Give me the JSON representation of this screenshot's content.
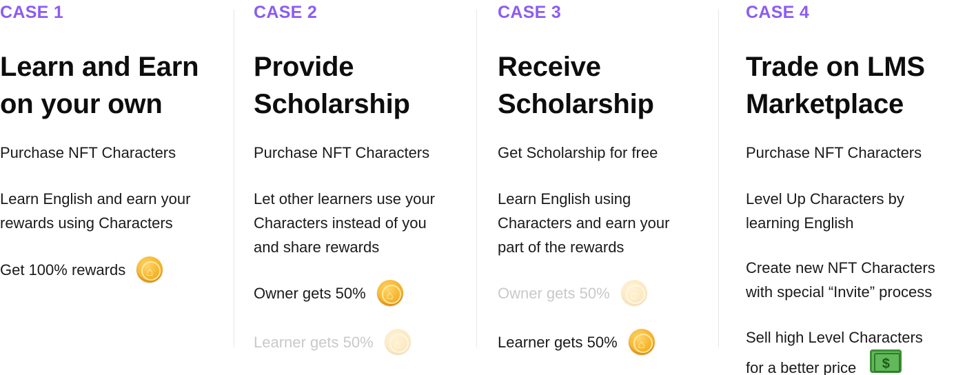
{
  "cases": [
    {
      "label": "CASE 1",
      "title": [
        "Learn and Earn",
        "on your own"
      ],
      "items": [
        {
          "lines": [
            "Purchase NFT Characters"
          ]
        },
        {
          "lines": [
            "Learn English and earn your",
            "rewards using Characters"
          ]
        },
        {
          "lines": [
            "Get 100% rewards"
          ],
          "icon": "coin-icon"
        }
      ]
    },
    {
      "label": "CASE 2",
      "title": [
        "Provide",
        "Scholarship"
      ],
      "items": [
        {
          "lines": [
            "Purchase NFT Characters"
          ]
        },
        {
          "lines": [
            "Let other learners use your",
            "Characters instead of you",
            "and share rewards"
          ]
        },
        {
          "lines": [
            "Owner gets 50%"
          ],
          "icon": "coin-icon"
        },
        {
          "lines": [
            "Learner gets 50%"
          ],
          "icon": "coin-icon",
          "faded": true
        }
      ]
    },
    {
      "label": "CASE 3",
      "title": [
        "Receive",
        "Scholarship"
      ],
      "items": [
        {
          "lines": [
            "Get Scholarship for free"
          ]
        },
        {
          "lines": [
            "Learn English using",
            "Characters and earn your",
            "part of the rewards"
          ]
        },
        {
          "lines": [
            "Owner gets 50%"
          ],
          "icon": "coin-icon",
          "faded": true
        },
        {
          "lines": [
            "Learner gets 50%"
          ],
          "icon": "coin-icon"
        }
      ]
    },
    {
      "label": "CASE 4",
      "title": [
        "Trade on LMS",
        "Marketplace"
      ],
      "items": [
        {
          "lines": [
            "Purchase NFT Characters"
          ]
        },
        {
          "lines": [
            "Level Up Characters by",
            "learning English"
          ]
        },
        {
          "lines": [
            "Create new NFT Characters",
            "with special “Invite” process"
          ]
        },
        {
          "lines": [
            "Sell high Level Characters",
            "for a better price"
          ],
          "icon": "money-bill-icon"
        }
      ]
    }
  ],
  "colors": {
    "accent": "#8b5cf6",
    "text": "#1a1a1a",
    "faded_text": "#c9c9c9",
    "divider": "#e6e6e6"
  }
}
